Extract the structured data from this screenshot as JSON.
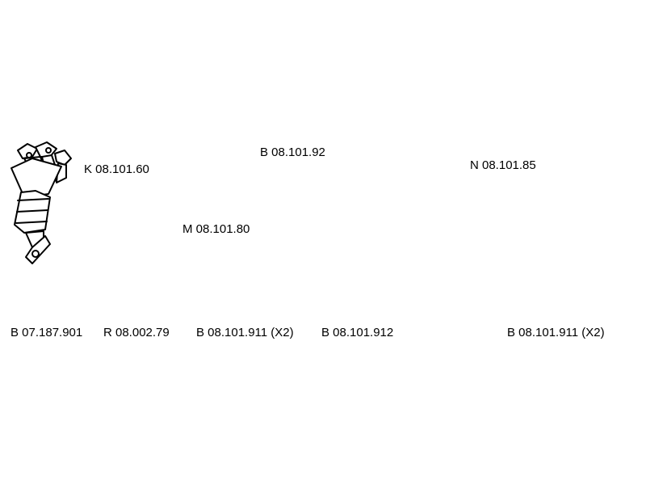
{
  "parts": {
    "catalytic_converter": {
      "code": "K 08.101.60"
    },
    "mounting_kit": {
      "code": "B 08.101.92"
    },
    "middle_pipe": {
      "code": "M 08.101.80"
    },
    "rear_silencer": {
      "code": "N 08.101.85"
    },
    "gasket": {
      "code": "B 07.187.901"
    },
    "repair_sleeve": {
      "code": "R 08.002.79"
    },
    "rubber_mount_front": {
      "code": "B 08.101.911 (X2)"
    },
    "clamp": {
      "code": "B 08.101.912"
    },
    "rubber_mount_rear": {
      "code": "B 08.101.911 (X2)"
    }
  },
  "colors": {
    "line": "#000000",
    "fill": "#ffffff",
    "shade": "#cfcfcf"
  }
}
